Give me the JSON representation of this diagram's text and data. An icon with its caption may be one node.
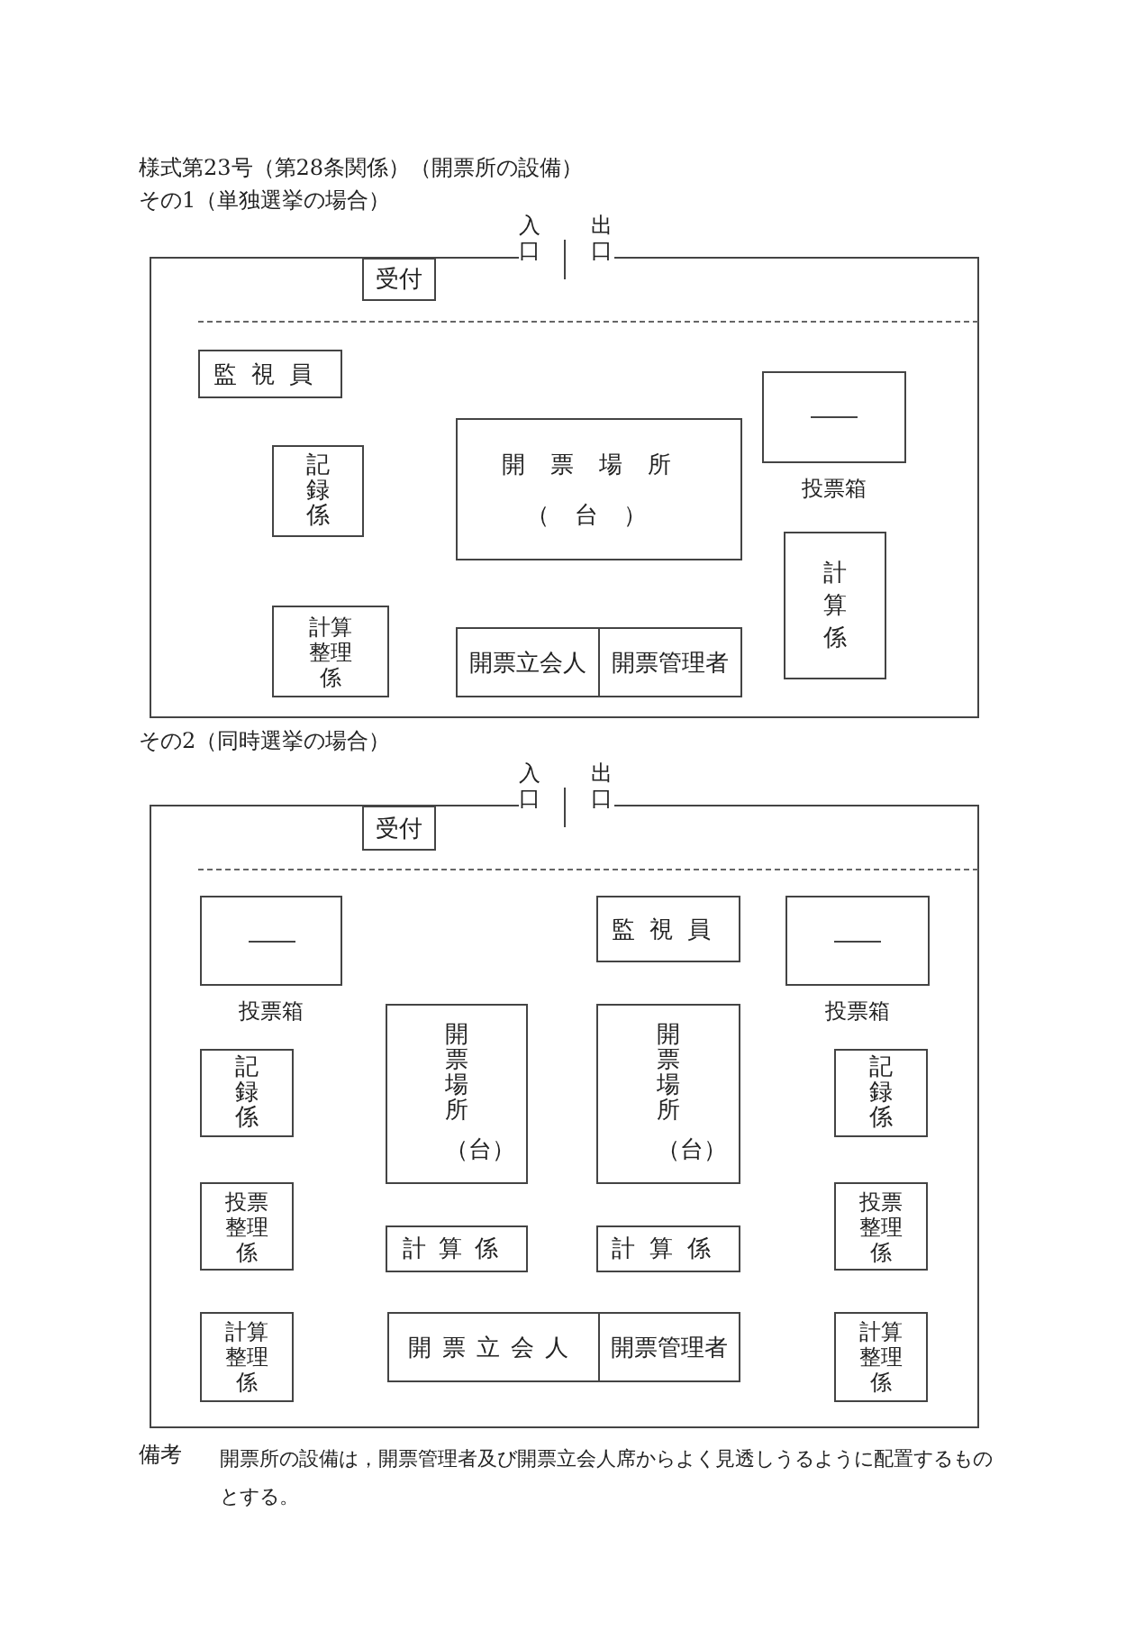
{
  "diagram": {
    "title": "様式第23号（第28条関係）（開票所の設備）",
    "nodes": [
      {
        "text": [
          "入口",
          "出口"
        ]
      },
      {
        "text": [
          "受付"
        ],
        "in": 0
      },
      {
        "text": [
          "監視員"
        ],
        "in": 0
      },
      {
        "text": [
          "記録係"
        ],
        "in": 0
      },
      {
        "text": [
          "計算整理係"
        ],
        "in": 0
      },
      {
        "text": [
          "開票場所",
          "（台）"
        ],
        "in": 0
      },
      {
        "text": [
          "開票立会人"
        ],
        "in": 0
      },
      {
        "text": [
          "開票管理者"
        ],
        "in": 0
      },
      {
        "text": [],
        "shape": "box",
        "in": 0,
        "beside": [
          "投票箱"
        ]
      },
      {
        "text": [
          "計算係"
        ],
        "in": 0
      },
      {
        "text": [
          "入口",
          "出口"
        ]
      },
      {
        "text": [
          "受付"
        ],
        "in": 10
      },
      {
        "text": [],
        "shape": "box",
        "in": 10,
        "beside": [
          "投票箱"
        ]
      },
      {
        "text": [
          "監視員"
        ],
        "in": 10
      },
      {
        "text": [],
        "shape": "box",
        "in": 10,
        "beside": [
          "投票箱"
        ]
      },
      {
        "text": [
          "開票場所",
          "（台）"
        ],
        "in": 10
      },
      {
        "text": [
          "開票場所",
          "（台）"
        ],
        "in": 10
      },
      {
        "text": [
          "記録係"
        ],
        "in": 10
      },
      {
        "text": [
          "記録係"
        ],
        "in": 10
      },
      {
        "text": [
          "投票整理係"
        ],
        "in": 10
      },
      {
        "text": [
          "計算係"
        ],
        "in": 10
      },
      {
        "text": [
          "計算係"
        ],
        "in": 10
      },
      {
        "text": [
          "投票整理係"
        ],
        "in": 10
      },
      {
        "text": [
          "計算整理係"
        ],
        "in": 10
      },
      {
        "text": [
          "開票立会人"
        ],
        "in": 10
      },
      {
        "text": [
          "開票管理者"
        ],
        "in": 10
      },
      {
        "text": [
          "計算整理係"
        ],
        "in": 10
      }
    ],
    "labels": [
      "その1（単独選挙の場合）",
      "その2（同時選挙の場合）",
      "備考",
      "開票所の設備は，開票管理者及び開票立会人席からよく見透しうるように配置するものとする。"
    ]
  }
}
